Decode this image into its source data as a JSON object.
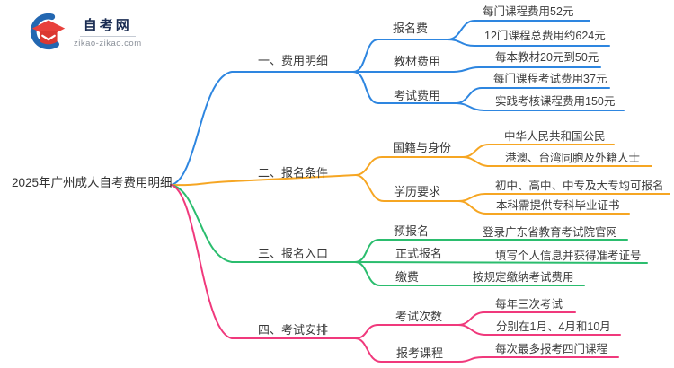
{
  "logo": {
    "title": "自考网",
    "domain": "zikao-zikao.com",
    "icon": "graduation-cap-crescent"
  },
  "palette": {
    "blue": "#2E86E0",
    "orange": "#F6A623",
    "green": "#2BBD6E",
    "pink": "#F0397C",
    "text": "#3c3c3c"
  },
  "root": {
    "label": "2025年广州成人自考费用明细"
  },
  "branches": [
    {
      "label": "一、费用明细",
      "color": "#2E86E0",
      "children": [
        {
          "label": "报名费",
          "leaves": [
            "每门课程费用52元",
            "12门课程总费用约624元"
          ]
        },
        {
          "label": "教材费用",
          "leaves": [
            "每本教材20元到50元"
          ]
        },
        {
          "label": "考试费用",
          "leaves": [
            "每门课程考试费用37元",
            "实践考核课程费用150元"
          ]
        }
      ]
    },
    {
      "label": "二、报名条件",
      "color": "#F6A623",
      "children": [
        {
          "label": "国籍与身份",
          "leaves": [
            "中华人民共和国公民",
            "港澳、台湾同胞及外籍人士"
          ]
        },
        {
          "label": "学历要求",
          "leaves": [
            "初中、高中、中专及大专均可报名",
            "本科需提供专科毕业证书"
          ]
        }
      ]
    },
    {
      "label": "三、报名入口",
      "color": "#2BBD6E",
      "children": [
        {
          "label": "预报名",
          "leaves": [
            "登录广东省教育考试院官网"
          ]
        },
        {
          "label": "正式报名",
          "leaves": [
            "填写个人信息并获得准考证号"
          ]
        },
        {
          "label": "缴费",
          "leaves": [
            "按规定缴纳考试费用"
          ]
        }
      ]
    },
    {
      "label": "四、考试安排",
      "color": "#F0397C",
      "children": [
        {
          "label": "考试次数",
          "leaves": [
            "每年三次考试",
            "分别在1月、4月和10月"
          ]
        },
        {
          "label": "报考课程",
          "leaves": [
            "每次最多报考四门课程"
          ]
        }
      ]
    }
  ]
}
